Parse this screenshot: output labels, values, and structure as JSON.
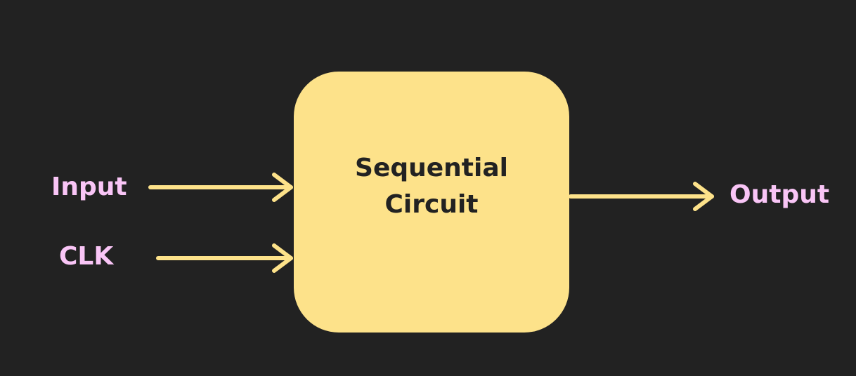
{
  "diagram": {
    "block": {
      "line1": "Sequential",
      "line2": "Circuit"
    },
    "inputs": [
      {
        "label": "Input"
      },
      {
        "label": "CLK"
      }
    ],
    "outputs": [
      {
        "label": "Output"
      }
    ]
  },
  "colors": {
    "background": "#222222",
    "block_fill": "#fde28a",
    "block_text": "#222222",
    "arrow": "#fde28a",
    "port_label": "#f9c5f6"
  }
}
